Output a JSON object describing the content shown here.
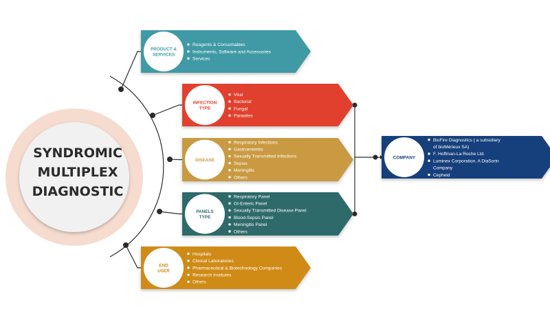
{
  "title_lines": [
    "SYNDROMIC",
    "MULTIPLEX",
    "DIAGNOSTIC"
  ],
  "segments": [
    {
      "label_lines": [
        "PRODUCT &",
        "SERVICES"
      ],
      "color": "#3f9aa6",
      "items": [
        "Reagents & Consumables",
        "Instruments, Software and Accessories",
        "Services"
      ]
    },
    {
      "label_lines": [
        "INFECTION",
        "TYPE"
      ],
      "color": "#e2412e",
      "items": [
        "Viral",
        "Bacterial",
        "Fungal",
        "Parasites"
      ]
    },
    {
      "label_lines": [
        "DISEASE"
      ],
      "color": "#c99a43",
      "items": [
        "Respiratory Infections",
        "Gastroenteritis",
        "Sexually Transmitted Infections",
        "Sepsis",
        "Meningitis",
        "Others"
      ]
    },
    {
      "label_lines": [
        "PANELS",
        "TYPE"
      ],
      "color": "#2d6b6b",
      "items": [
        "Respiratory Panel",
        "GI-Enteric Panel",
        "Sexually Transmitted Disease Panel",
        "Blood-Sepsis Panel",
        "Meningitis Panel",
        "Others"
      ]
    },
    {
      "label_lines": [
        "END",
        "USER"
      ],
      "color": "#d08b17",
      "items": [
        "Hospitals",
        "Clinical Laboratories",
        "Pharmaceutical & Biotechnology Companies",
        "Research Institutes",
        "Others"
      ]
    }
  ],
  "company": {
    "label_lines": [
      "COMPANY"
    ],
    "color": "#173f7c",
    "items": [
      "BioFire Diagnostics ( a subsidiary of bioMérieux SA)",
      "F. Hoffman-La Roche Ltd.",
      "Luminex Corporation. A DiaSorin Company",
      "Cepheid"
    ]
  },
  "colors": {
    "title_ring": "#f6dccf",
    "title_circle": "#f1f1f1",
    "connector": "#2b2b2b"
  }
}
